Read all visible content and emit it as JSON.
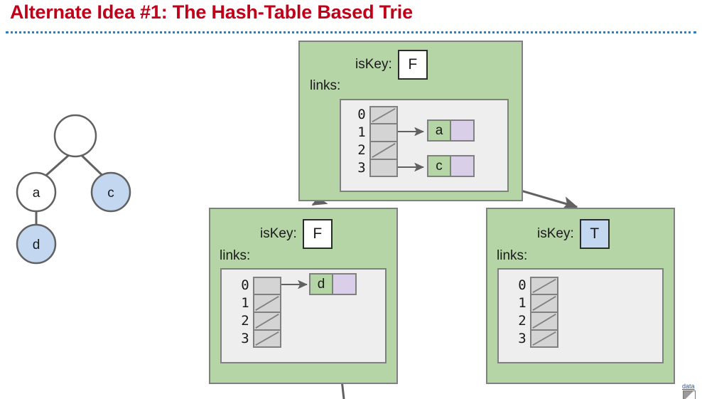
{
  "slide": {
    "title": "Alternate Idea #1: The Hash-Table Based Trie"
  },
  "trie": {
    "nodes": [
      {
        "id": "root",
        "label": "",
        "is_key": false
      },
      {
        "id": "a",
        "label": "a",
        "is_key": false
      },
      {
        "id": "c",
        "label": "c",
        "is_key": true
      },
      {
        "id": "d",
        "label": "d",
        "is_key": true
      }
    ]
  },
  "labels": {
    "iskey": "isKey:",
    "links": "links:"
  },
  "nodes": {
    "root": {
      "iskey_value": "F",
      "iskey_is_true": false,
      "slots": [
        {
          "index": "0",
          "entry": null
        },
        {
          "index": "1",
          "entry": "a"
        },
        {
          "index": "2",
          "entry": null
        },
        {
          "index": "3",
          "entry": "c"
        }
      ]
    },
    "left_child": {
      "iskey_value": "F",
      "iskey_is_true": false,
      "slots": [
        {
          "index": "0",
          "entry": "d"
        },
        {
          "index": "1",
          "entry": null
        },
        {
          "index": "2",
          "entry": null
        },
        {
          "index": "3",
          "entry": null
        }
      ]
    },
    "right_child": {
      "iskey_value": "T",
      "iskey_is_true": true,
      "slots": [
        {
          "index": "0",
          "entry": null
        },
        {
          "index": "1",
          "entry": null
        },
        {
          "index": "2",
          "entry": null
        },
        {
          "index": "3",
          "entry": null
        }
      ]
    }
  },
  "entries": {
    "root_slot1_key": "a",
    "root_slot3_key": "c",
    "left_slot0_key": "d"
  },
  "watermark": {
    "text": "data"
  },
  "colors": {
    "title": "#c00019",
    "rule": "#2b7fc4",
    "node_fill": "#b5d5a7",
    "panel_fill": "#eeeeee",
    "slot_fill": "#d4d4d4",
    "pointer_fill": "#d9cfe8",
    "iskey_true_fill": "#c3d8f0",
    "stroke": "#808080",
    "arrow": "#616161"
  }
}
